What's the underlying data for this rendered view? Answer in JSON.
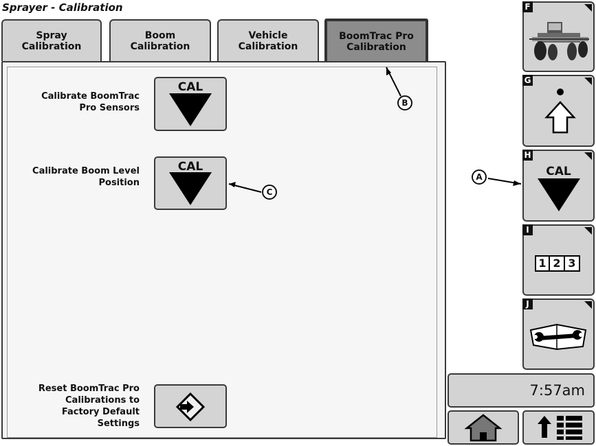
{
  "window": {
    "title": "Sprayer - Calibration"
  },
  "tabs": [
    {
      "label": "Spray\nCalibration"
    },
    {
      "label": "Boom\nCalibration"
    },
    {
      "label": "Vehicle\nCalibration"
    },
    {
      "label": "BoomTrac Pro\nCalibration",
      "active": true
    }
  ],
  "rows": {
    "sensors_label": "Calibrate BoomTrac\nPro Sensors",
    "sensors_button": "CAL",
    "level_label": "Calibrate Boom Level\nPosition",
    "level_button": "CAL",
    "reset_label": "Reset BoomTrac Pro\nCalibrations to\nFactory Default\nSettings"
  },
  "softkeys": {
    "f": {
      "key": "F",
      "icon": "sprayer-vehicle-icon"
    },
    "g": {
      "key": "G",
      "icon": "up-arrow-dot-icon"
    },
    "h": {
      "key": "H",
      "label": "CAL",
      "icon": "cal-triangle-icon"
    },
    "i": {
      "key": "I",
      "digits": [
        "1",
        "2",
        "3"
      ],
      "icon": "numeric-keypad-icon"
    },
    "j": {
      "key": "J",
      "icon": "wrench-book-icon"
    }
  },
  "status": {
    "time": "7:57am"
  },
  "callouts": {
    "a": "A",
    "b": "B",
    "c": "C"
  }
}
